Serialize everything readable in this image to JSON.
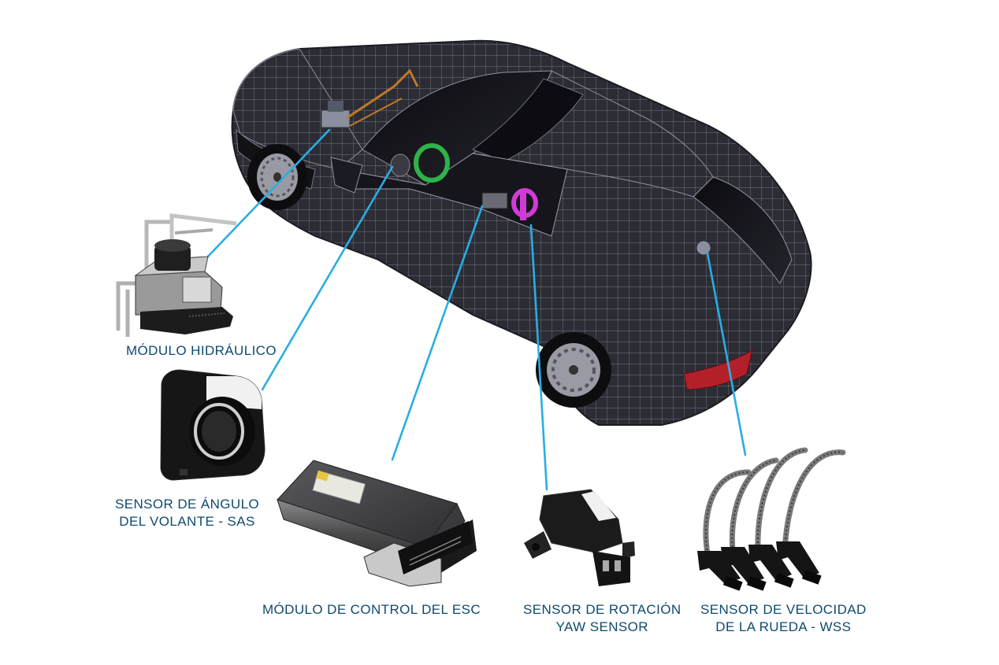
{
  "labels": {
    "hydraulic_module": "MÓDULO HIDRÁULICO",
    "steering_angle_sensor": [
      "SENSOR DE ÁNGULO",
      "DEL VOLANTE - SAS"
    ],
    "esc_control_module": "MÓDULO DE CONTROL DEL ESC",
    "yaw_rate_sensor": [
      "SENSOR DE ROTACIÓN",
      "YAW SENSOR"
    ],
    "wheel_speed_sensor": [
      "SENSOR DE VELOCIDAD",
      "DE LA RUEDA - WSS"
    ]
  },
  "colors": {
    "leader_line": "#29aee4",
    "label_text": "#0e4a6e",
    "car_body": "#2a2a33",
    "car_wire": "#9a9aa8",
    "part_dark": "#1a1a1a",
    "accent_green": "#2db34a",
    "accent_magenta": "#d23ad8",
    "tail_light": "#b3202a"
  },
  "icons": {
    "car": "wireframe-car-icon",
    "hydraulic_module": "hydraulic-module-icon",
    "steering_sensor": "steering-angle-sensor-icon",
    "ecu": "esc-ecu-icon",
    "yaw_sensor": "yaw-sensor-icon",
    "wheel_sensors": "wheel-speed-sensors-icon"
  }
}
